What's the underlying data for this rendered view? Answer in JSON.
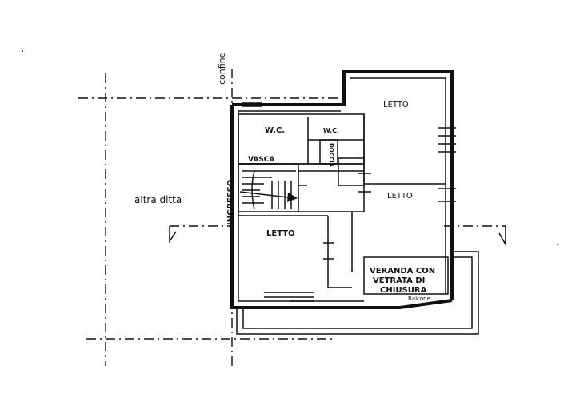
{
  "plan": {
    "labels": {
      "confine": "confine",
      "neighbor": "altra ditta",
      "entrance": "INGRESSO",
      "wc_main": "W.C.",
      "wc_small": "W.C.",
      "doccia": "DOCCIA",
      "vasca": "VASCA",
      "room_top_right": "LETTO",
      "room_mid_right": "LETTO",
      "room_left": "LETTO",
      "veranda_line1": "VERANDA CON",
      "veranda_line2": "VETRATA DI",
      "veranda_line3": "CHIUSURA",
      "balcony": "Balcone"
    },
    "colors": {
      "ink": "#111111",
      "paper": "#ffffff"
    }
  }
}
